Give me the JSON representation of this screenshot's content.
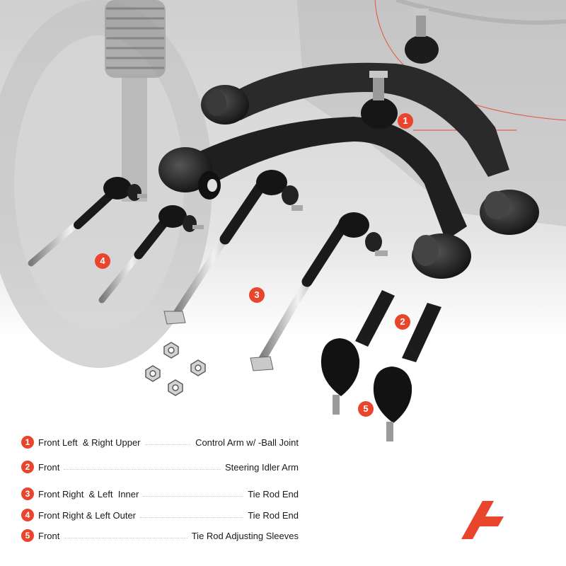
{
  "colors": {
    "accent": "#e8452c",
    "part_dark": "#1f1f1f",
    "background_photo": "#d6d6d6"
  },
  "callouts": [
    {
      "number": "1"
    },
    {
      "number": "2"
    },
    {
      "number": "3"
    },
    {
      "number": "4"
    },
    {
      "number": "5"
    }
  ],
  "legend": [
    {
      "number": "1",
      "lead": "Front Left  & Right Upper",
      "tail": "Control Arm w/ -Ball Joint"
    },
    {
      "number": "2",
      "lead": "Front",
      "tail": "Steering Idler Arm"
    },
    {
      "number": "3",
      "lead": "Front Right  & Left  Inner",
      "tail": "Tie Rod End"
    },
    {
      "number": "4",
      "lead": "Front Right & Left Outer",
      "tail": "Tie Rod End"
    },
    {
      "number": "5",
      "lead": "Front",
      "tail": "Tie Rod Adjusting Sleeves"
    }
  ],
  "brand": {
    "logo_icon": "a-premium-logo-icon"
  }
}
